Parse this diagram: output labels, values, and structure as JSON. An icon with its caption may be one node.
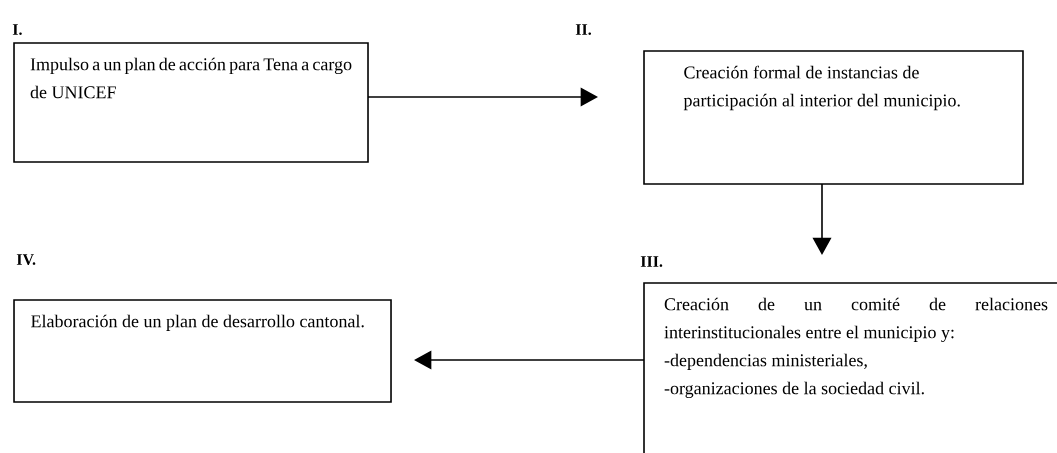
{
  "diagram": {
    "nodes": [
      {
        "text": [
          "I.",
          "Impulso a un plan de acción para Tena a cargo de UNICEF"
        ]
      },
      {
        "text": [
          "II.",
          "Creación formal de instancias de participación al interior del municipio."
        ]
      },
      {
        "text": [
          "III.",
          "Creación de un comité de relaciones interinstitucionales entre el municipio y:",
          "-dependencias ministeriales,",
          "-organizaciones de la sociedad civil."
        ]
      },
      {
        "text": [
          "IV.",
          "Elaboración de un plan de desarrollo cantonal."
        ]
      }
    ],
    "edges": [
      {
        "from": 0,
        "to": 1,
        "arrow": "to"
      },
      {
        "from": 1,
        "to": 2,
        "arrow": "to"
      },
      {
        "from": 2,
        "to": 3,
        "arrow": "to"
      }
    ]
  }
}
